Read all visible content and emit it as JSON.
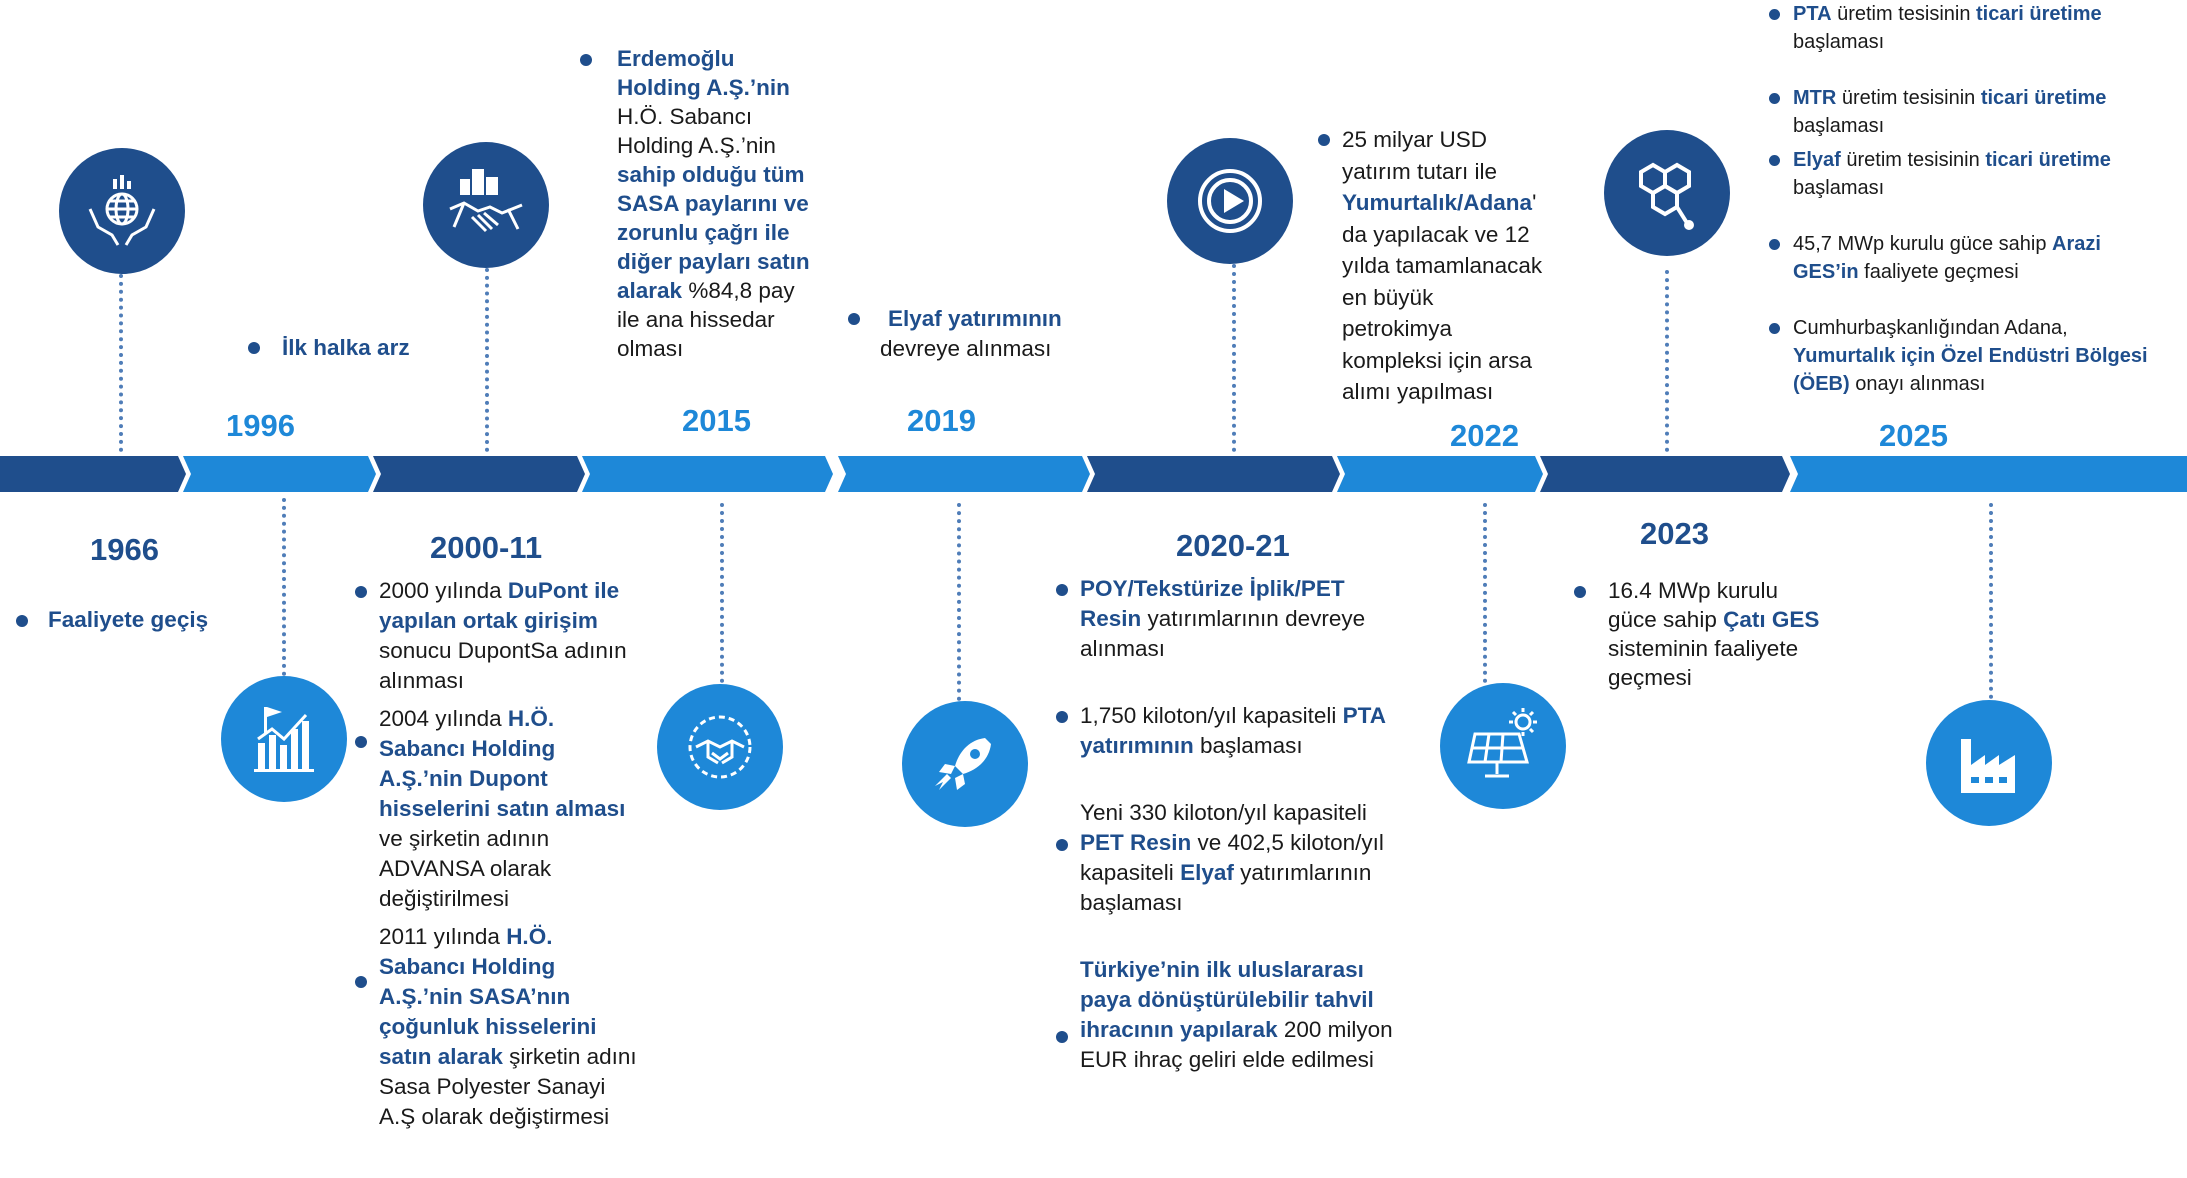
{
  "colors": {
    "dark_blue": "#1f4e8c",
    "light_blue": "#1e88d8",
    "text": "#1a1a1a"
  },
  "years": {
    "y1966": "1966",
    "y1996": "1996",
    "y2000": "2000-11",
    "y2015": "2015",
    "y2019": "2019",
    "y2020": "2020-21",
    "y2022": "2022",
    "y2023": "2023",
    "y2025": "2025"
  },
  "icons": [
    "globe-hands-icon",
    "bar-chart-flag-icon",
    "handshake-city-icon",
    "handshake-icon",
    "rocket-icon",
    "play-icon",
    "solar-panel-icon",
    "hexagon-molecule-icon",
    "factory-icon"
  ],
  "e1966": {
    "t1": "Faaliyete geçiş"
  },
  "e1996": {
    "t1": "İlk halka arz"
  },
  "e2000": {
    "a1": "2000 yılında ",
    "a2": "DuPont ile",
    "a3": "yapılan ortak girişim",
    "a4": "sonucu DupontSa adının",
    "a5": "alınması",
    "b1": "2004 yılında ",
    "b2": "H.Ö.",
    "b3": "Sabancı Holding",
    "b4": "A.Ş.’nin Dupont",
    "b5": "hisselerini satın alması",
    "b6": "ve şirketin adının",
    "b7": "ADVANSA olarak",
    "b8": "değiştirilmesi",
    "c1": "2011 yılında ",
    "c2": "H.Ö.",
    "c3": "Sabancı Holding",
    "c4": "A.Ş.’nin SASA’nın",
    "c5": "çoğunluk hisselerini",
    "c6": "satın alarak",
    "c7": " şirketin adını",
    "c8": "Sasa Polyester Sanayi",
    "c9": "A.Ş olarak değiştirmesi"
  },
  "e2015": {
    "l1": "Erdemoğlu",
    "l2": "Holding A.Ş.’nin",
    "l3": "H.Ö. Sabancı",
    "l4": "Holding A.Ş.’nin",
    "l5": "sahip olduğu tüm",
    "l6": "SASA paylarını ve",
    "l7": "zorunlu çağrı ile",
    "l8": "diğer payları satın",
    "l9a": "alarak",
    "l9b": " %84,8 pay",
    "l10": "ile ana hissedar",
    "l11": "olması"
  },
  "e2019": {
    "l1": "Elyaf yatırımının",
    "l2": "devreye alınması"
  },
  "e2020": {
    "a1": "POY/Tekstürize İplik/PET",
    "a2": "Resin",
    "a3": " yatırımlarının devreye",
    "a4": "alınması",
    "b1": "1,750 kiloton/yıl kapasiteli ",
    "b2": "PTA",
    "b3": "yatırımının",
    "b4": " başlaması",
    "c1": "Yeni 330 kiloton/yıl kapasiteli",
    "c2": "PET Resin",
    "c3": " ve 402,5 kiloton/yıl",
    "c4": "kapasiteli ",
    "c5": "Elyaf",
    "c6": " yatırımlarının",
    "c7": "başlaması",
    "d1": "Türkiye’nin ilk uluslararası",
    "d2": "paya dönüştürülebilir tahvil",
    "d3": "ihracının yapılarak",
    "d4": " 200 milyon",
    "d5": "EUR ihraç geliri elde edilmesi"
  },
  "e2022": {
    "l1": "25 milyar USD",
    "l2": "yatırım tutarı ile",
    "l3": "Yumurtalık/Adana",
    "l3b": "'",
    "l4": "da yapılacak ve 12",
    "l5": "yılda tamamlanacak",
    "l6": "en büyük",
    "l7": "petrokimya",
    "l8": "kompleksi için arsa",
    "l9": "alımı yapılması"
  },
  "e2023": {
    "l1": "16.4  MWp kurulu",
    "l2": "güce sahip ",
    "l2b": "Çatı GES",
    "l3": "sisteminin faaliyete",
    "l4": "geçmesi"
  },
  "e2025": {
    "a1": "PTA",
    "a2": " üretim tesisinin ",
    "a3": "ticari üretime",
    "a4": "başlaması",
    "b1": "MTR",
    "b2": " üretim tesisinin ",
    "b3": "ticari üretime",
    "b4": "başlaması",
    "c1": "Elyaf",
    "c2": "  üretim tesisinin ",
    "c3": "ticari üretime",
    "c4": "başlaması",
    "d1": "45,7 MWp kurulu güce sahip ",
    "d2": "Arazi",
    "d3": "GES’in",
    "d4": " faaliyete geçmesi",
    "e1": "Cumhurbaşkanlığından Adana,",
    "e2": "Yumurtalık için Özel Endüstri Bölgesi",
    "e3": "(ÖEB)",
    "e4": " onayı alınması"
  }
}
